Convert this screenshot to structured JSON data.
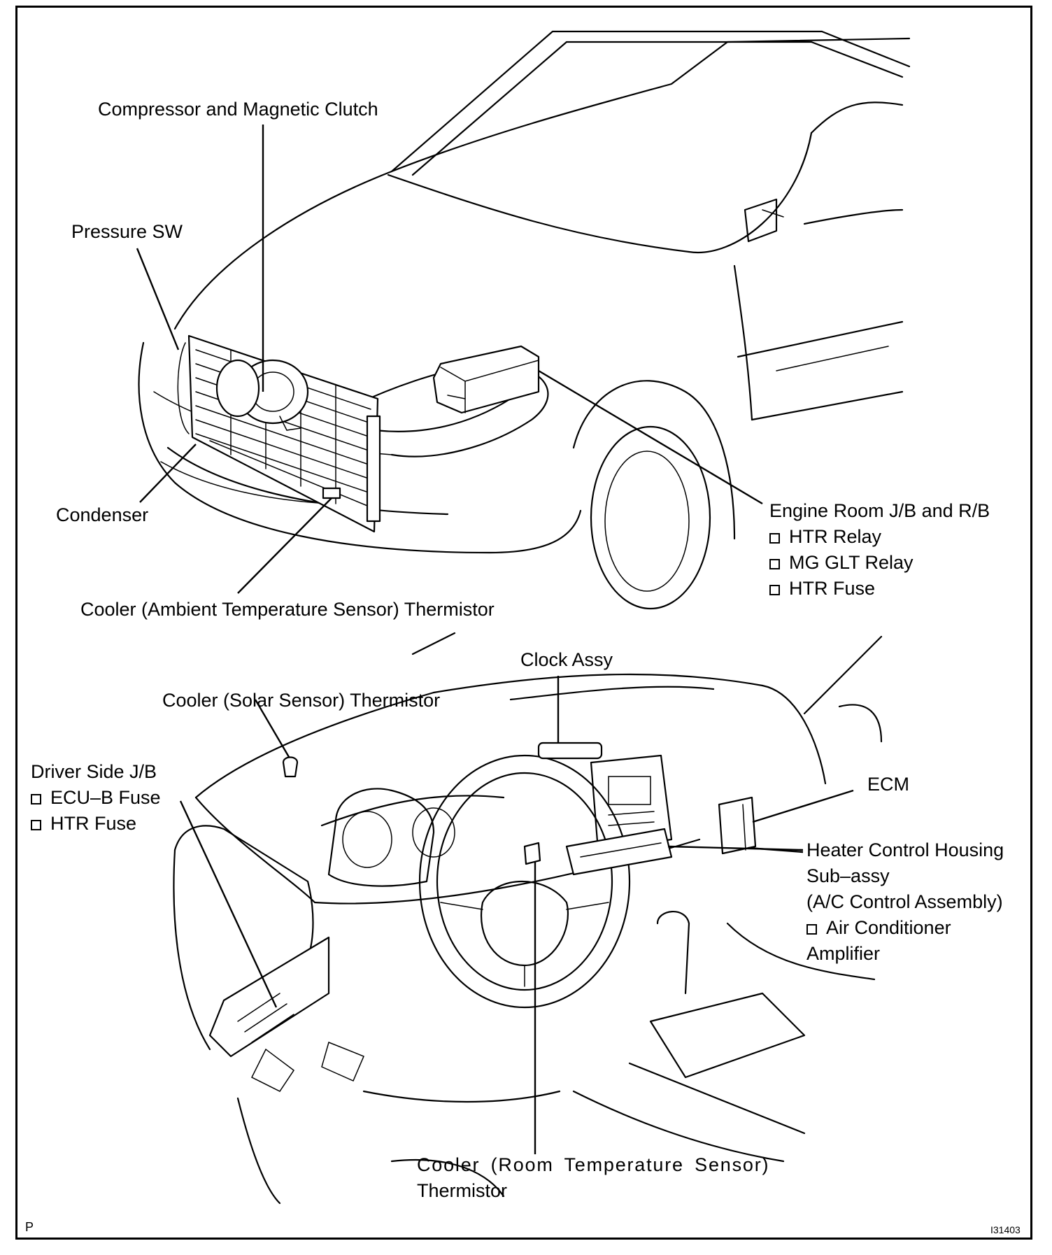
{
  "labels": {
    "compressor": "Compressor and Magnetic Clutch",
    "pressure_sw": "Pressure SW",
    "condenser": "Condenser",
    "ambient_thermistor": "Cooler (Ambient Temperature Sensor) Thermistor",
    "engine_room_jb": {
      "title": "Engine Room J/B and R/B",
      "items": [
        "HTR Relay",
        "MG GLT Relay",
        "HTR Fuse"
      ]
    },
    "clock_assy": "Clock Assy",
    "solar_thermistor": "Cooler (Solar Sensor) Thermistor",
    "driver_side_jb": {
      "title": "Driver Side J/B",
      "items": [
        "ECU–B Fuse",
        "HTR Fuse"
      ]
    },
    "ecm": "ECM",
    "heater_control": {
      "lines": [
        "Heater Control Housing",
        "Sub–assy",
        "(A/C Control Assembly)"
      ],
      "items": [
        "Air Conditioner"
      ],
      "tail": "Amplifier"
    },
    "room_thermistor": {
      "lines": [
        "Cooler (Room Temperature Sensor)",
        "Thermistor"
      ]
    }
  },
  "corner": {
    "left": "P",
    "right": "I31403"
  }
}
